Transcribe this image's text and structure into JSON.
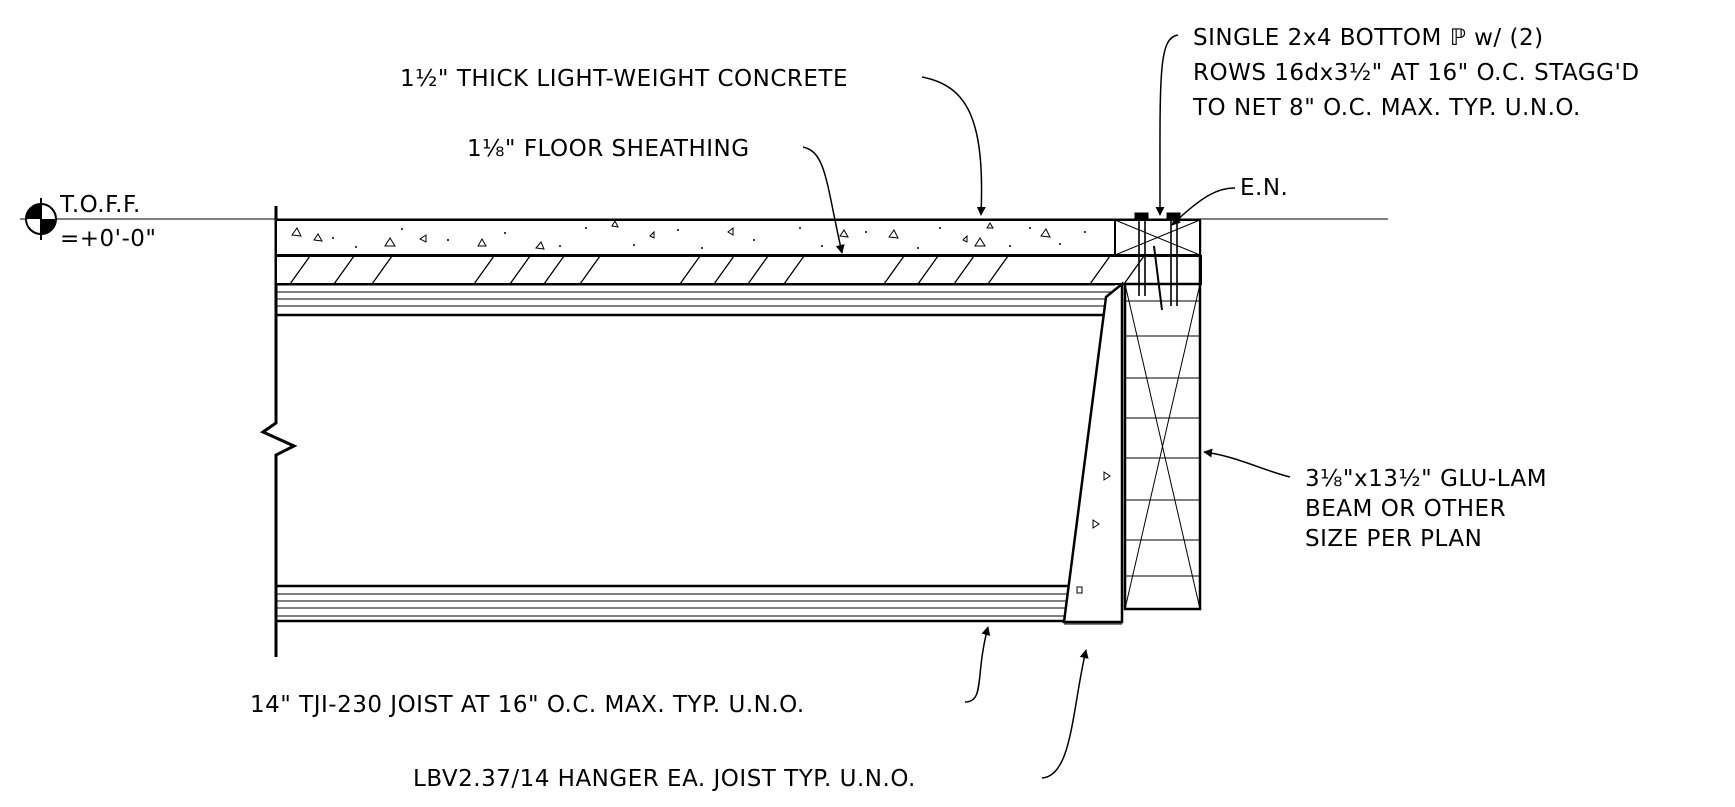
{
  "elevation": {
    "label": "T.O.F.F.",
    "value": "=+0'-0\""
  },
  "notes": {
    "concrete": "1½\" THICK LIGHT-WEIGHT CONCRETE",
    "sheathing": "1⅛\" FLOOR SHEATHING",
    "bottom_plate": [
      "SINGLE 2x4 BOTTOM ℙ w/ (2)",
      "ROWS 16dx3½\" AT 16\" O.C. STAGG'D",
      "TO NET 8\" O.C. MAX. TYP. U.N.O."
    ],
    "edge_nailing": "E.N.",
    "beam": [
      "3⅛\"x13½\" GLU-LAM",
      "BEAM OR OTHER",
      "SIZE PER PLAN"
    ],
    "joist": "14\" TJI-230 JOIST AT 16\" O.C. MAX. TYP. U.N.O.",
    "hanger": "LBV2.37/14 HANGER EA. JOIST TYP. U.N.O."
  }
}
